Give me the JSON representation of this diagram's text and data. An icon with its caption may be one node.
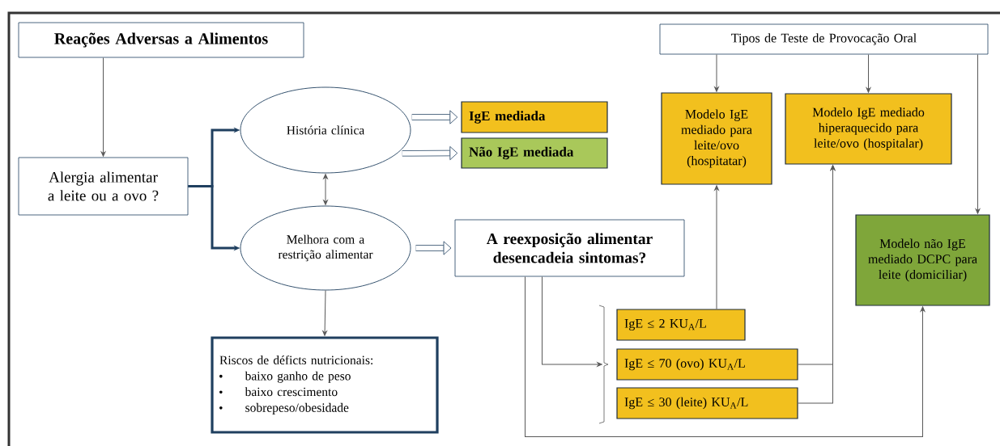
{
  "diagram": {
    "nodes": [
      {
        "text": [
          "Reações Adversas a Alimentos"
        ]
      },
      {
        "text": [
          "Alergia alimentar a leite ou a ovo ?"
        ]
      },
      {
        "text": [
          "História clínica"
        ]
      },
      {
        "text": [
          "IgE mediada"
        ]
      },
      {
        "text": [
          "Não IgE mediada"
        ]
      },
      {
        "text": [
          "Melhora com a restrição alimentar"
        ]
      },
      {
        "text": [
          "A reexposição alimentar desencadeia sintomas?"
        ]
      },
      {
        "text": [
          "Riscos de déficts nutricionais:",
          "baixo ganho de peso",
          "baixo crescimento",
          "sobrepeso/obesidade"
        ]
      },
      {
        "text": [
          "Tipos de Teste de Provocação Oral"
        ]
      },
      {
        "text": [
          "Modelo IgE mediado para leite/ovo (hospitatar)"
        ]
      },
      {
        "text": [
          "Modelo IgE mediado hiperaquecido para leite/ovo (hospitalar)"
        ]
      },
      {
        "text": [
          "Modelo não IgE mediado DCPC para leite (domiciliar)"
        ]
      },
      {
        "text": [
          "IgE ≤ 2 KU$_{A}$/L"
        ]
      },
      {
        "text": [
          "IgE ≤ 70 (ovo) KU$_{A}$/L"
        ]
      },
      {
        "text": [
          "IgE ≤ 30 (leite) KU$_{A}$/L"
        ]
      }
    ],
    "edges": [
      {
        "from": 0,
        "to": 1,
        "arrow": "to"
      },
      {
        "from": 1,
        "to": 2,
        "arrow": "to",
        "style": "thick",
        "color": "#1f3f5f"
      },
      {
        "from": 1,
        "to": 5,
        "arrow": "to",
        "style": "thick",
        "color": "#1f3f5f"
      },
      {
        "from": 2,
        "to": 5,
        "arrow": "both"
      },
      {
        "from": 2,
        "to": 3,
        "arrow": "to",
        "style": "thick"
      },
      {
        "from": 2,
        "to": 4,
        "arrow": "to",
        "style": "thick"
      },
      {
        "from": 5,
        "to": 6,
        "arrow": "to",
        "style": "thick"
      },
      {
        "from": 5,
        "to": 7,
        "arrow": "to"
      },
      {
        "from": 8,
        "to": 9,
        "arrow": "to"
      },
      {
        "from": 8,
        "to": 10,
        "arrow": "to"
      },
      {
        "from": 8,
        "to": 11,
        "arrow": "to"
      },
      {
        "from": 12,
        "to": 9,
        "arrow": "to"
      },
      {
        "from": 13,
        "to": 10,
        "arrow": "to"
      },
      {
        "from": 14,
        "to": 10,
        "arrow": "to"
      },
      {
        "from": 6,
        "to": 13,
        "arrow": "to"
      },
      {
        "from": 6,
        "to": 11,
        "arrow": "to"
      }
    ]
  }
}
